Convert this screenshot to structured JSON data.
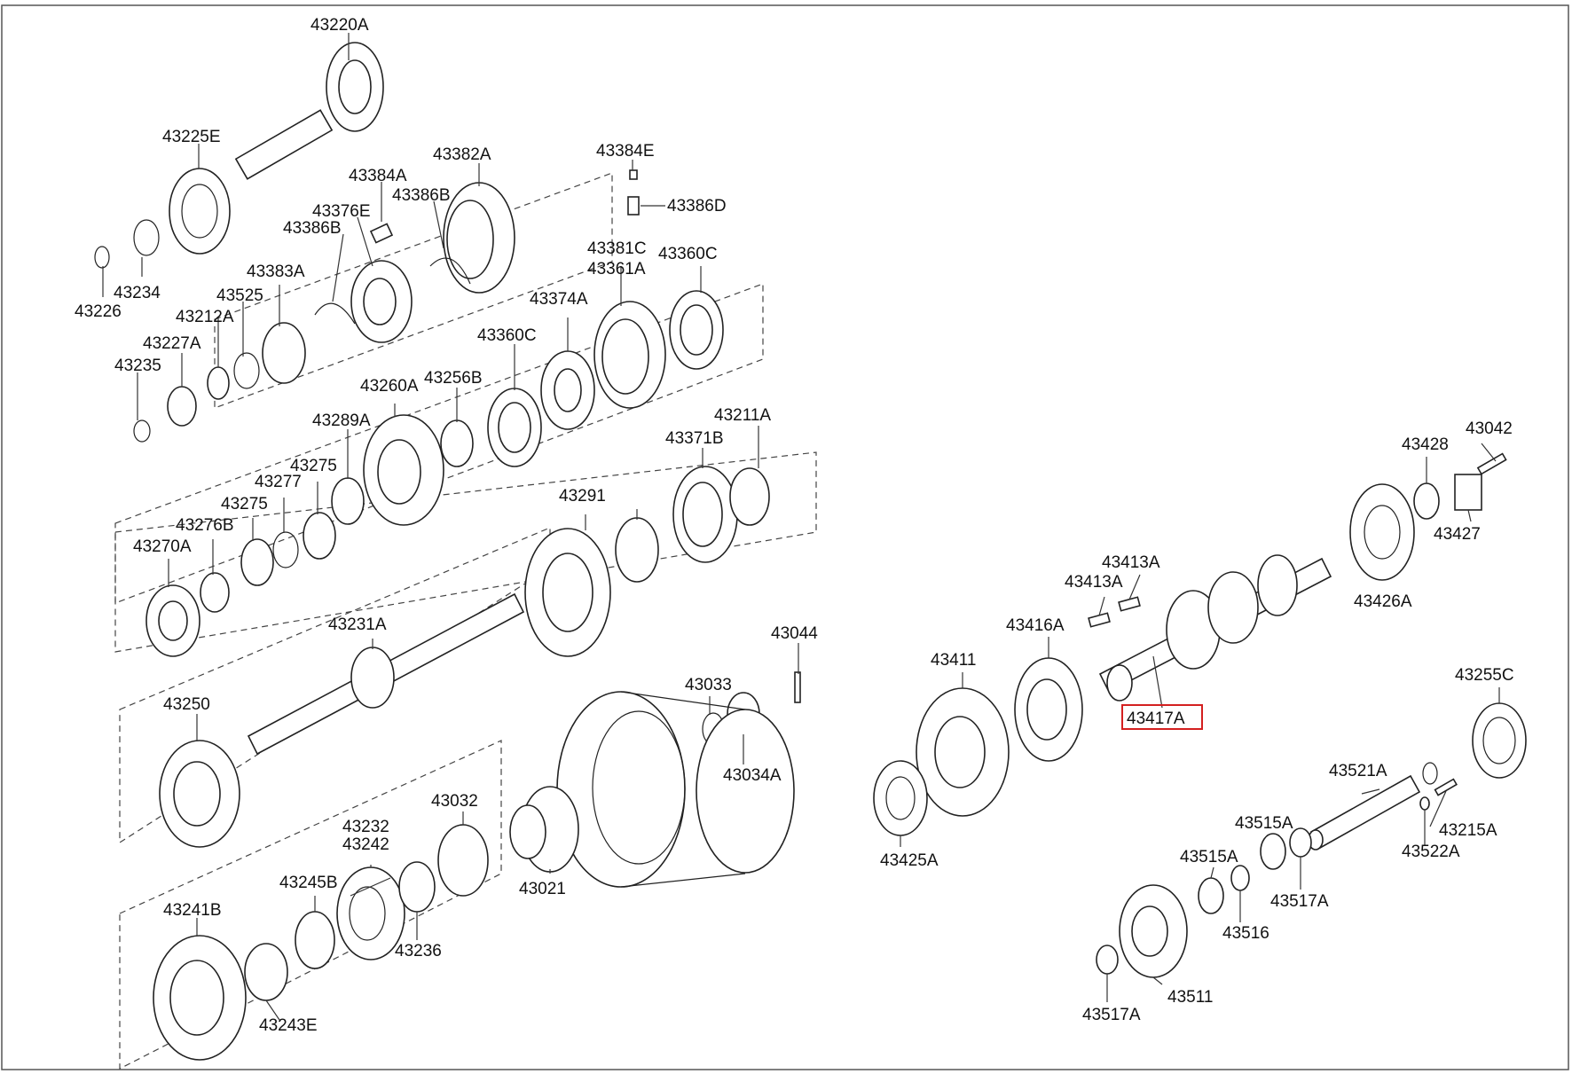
{
  "diagram": {
    "highlighted_part": "43417A",
    "highlight_color": "#d42020",
    "parts": [
      {
        "id": "43220A",
        "label": "43220A"
      },
      {
        "id": "43225E",
        "label": "43225E"
      },
      {
        "id": "43384E",
        "label": "43384E"
      },
      {
        "id": "43386D",
        "label": "43386D"
      },
      {
        "id": "43382A",
        "label": "43382A"
      },
      {
        "id": "43384A",
        "label": "43384A"
      },
      {
        "id": "43386B-a",
        "label": "43386B"
      },
      {
        "id": "43376E",
        "label": "43376E"
      },
      {
        "id": "43386B-b",
        "label": "43386B"
      },
      {
        "id": "43381C",
        "label": "43381C"
      },
      {
        "id": "43361A",
        "label": "43361A"
      },
      {
        "id": "43360C-a",
        "label": "43360C"
      },
      {
        "id": "43383A",
        "label": "43383A"
      },
      {
        "id": "43234",
        "label": "43234"
      },
      {
        "id": "43226",
        "label": "43226"
      },
      {
        "id": "43525",
        "label": "43525"
      },
      {
        "id": "43212A",
        "label": "43212A"
      },
      {
        "id": "43227A",
        "label": "43227A"
      },
      {
        "id": "43235",
        "label": "43235"
      },
      {
        "id": "43374A",
        "label": "43374A"
      },
      {
        "id": "43360C-b",
        "label": "43360C"
      },
      {
        "id": "43260A",
        "label": "43260A"
      },
      {
        "id": "43256B",
        "label": "43256B"
      },
      {
        "id": "43289A",
        "label": "43289A"
      },
      {
        "id": "43275-a",
        "label": "43275"
      },
      {
        "id": "43277",
        "label": "43277"
      },
      {
        "id": "43275-b",
        "label": "43275"
      },
      {
        "id": "43276B",
        "label": "43276B"
      },
      {
        "id": "43270A",
        "label": "43270A"
      },
      {
        "id": "43371B",
        "label": "43371B"
      },
      {
        "id": "43211A",
        "label": "43211A"
      },
      {
        "id": "43291",
        "label": "43291"
      },
      {
        "id": "43231A",
        "label": "43231A"
      },
      {
        "id": "43044",
        "label": "43044"
      },
      {
        "id": "43250",
        "label": "43250"
      },
      {
        "id": "43033",
        "label": "43033"
      },
      {
        "id": "43034A",
        "label": "43034A"
      },
      {
        "id": "43032",
        "label": "43032"
      },
      {
        "id": "43021",
        "label": "43021"
      },
      {
        "id": "43232",
        "label": "43232"
      },
      {
        "id": "43242",
        "label": "43242"
      },
      {
        "id": "43245B",
        "label": "43245B"
      },
      {
        "id": "43236",
        "label": "43236"
      },
      {
        "id": "43241B",
        "label": "43241B"
      },
      {
        "id": "43243E",
        "label": "43243E"
      },
      {
        "id": "43428",
        "label": "43428"
      },
      {
        "id": "43042",
        "label": "43042"
      },
      {
        "id": "43427",
        "label": "43427"
      },
      {
        "id": "43413A-a",
        "label": "43413A"
      },
      {
        "id": "43413A-b",
        "label": "43413A"
      },
      {
        "id": "43426A",
        "label": "43426A"
      },
      {
        "id": "43416A",
        "label": "43416A"
      },
      {
        "id": "43411",
        "label": "43411"
      },
      {
        "id": "43417A",
        "label": "43417A"
      },
      {
        "id": "43255C",
        "label": "43255C"
      },
      {
        "id": "43521A",
        "label": "43521A"
      },
      {
        "id": "43215A",
        "label": "43215A"
      },
      {
        "id": "43522A",
        "label": "43522A"
      },
      {
        "id": "43425A",
        "label": "43425A"
      },
      {
        "id": "43515A-a",
        "label": "43515A"
      },
      {
        "id": "43515A-b",
        "label": "43515A"
      },
      {
        "id": "43517A-a",
        "label": "43517A"
      },
      {
        "id": "43516",
        "label": "43516"
      },
      {
        "id": "43511",
        "label": "43511"
      },
      {
        "id": "43517A-b",
        "label": "43517A"
      }
    ]
  }
}
